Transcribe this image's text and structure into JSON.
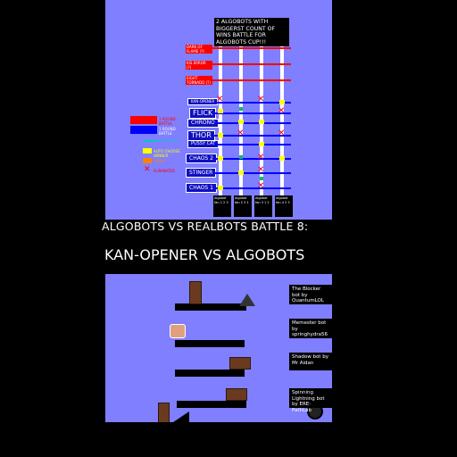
{
  "top_board": {
    "header": "2 ALGOBOTS WITH BIGGERST COUNT OF WINS BATTLE FOR ALGOBOTS CUP!!!",
    "red_rows": [
      "DARK OF FLAME (?)",
      "KIS ERROR (?)",
      "EIGHT TORNADO (?)"
    ],
    "blue_rows": [
      "KAN-OPENER",
      "FLICK",
      "CHRONO",
      "THOR",
      "PUSSY CAT",
      "CHAOS 2",
      "STINGER",
      "CHAOS 1"
    ],
    "legend": [
      {
        "color": "#ff0000",
        "label": "3 ROUND BATTLE"
      },
      {
        "color": "#0000ff",
        "label": "1 ROUND BATTLE"
      },
      {
        "color": "#00c8c8",
        "label": "RIGHT WIN"
      },
      {
        "color": "#ffff00",
        "label": "AUTO CHOOSE WINNER"
      },
      {
        "color": "#ff8000",
        "label": "DRAW"
      },
      {
        "color": "#ff0000",
        "label": "ELIMINATED"
      }
    ],
    "columns": [
      "Algobot fan 1 2 3",
      "Algobot fan 2 3 1",
      "Algobot fan 3 1 2",
      "Algobot fan 4 2 3"
    ]
  },
  "captions": {
    "line1": "ALGOBOTS VS REALBOTS BATTLE 8:",
    "line2": "KAN-OPENER VS ALGOBOTS"
  },
  "bottom_scene": {
    "bots": [
      {
        "text": "The Blocker bot by QuantumLOL"
      },
      {
        "text": "Memester bot by springhydra56"
      },
      {
        "text": "Shadow bot by Mr Aidan"
      },
      {
        "text": "Spinning Lightning bot by ERE-PathLab"
      }
    ]
  },
  "colors": {
    "panel": "#7f7fff",
    "red": "#ff0000",
    "blue": "#1010c0",
    "yellow": "#ffff00",
    "green": "#00c060"
  }
}
